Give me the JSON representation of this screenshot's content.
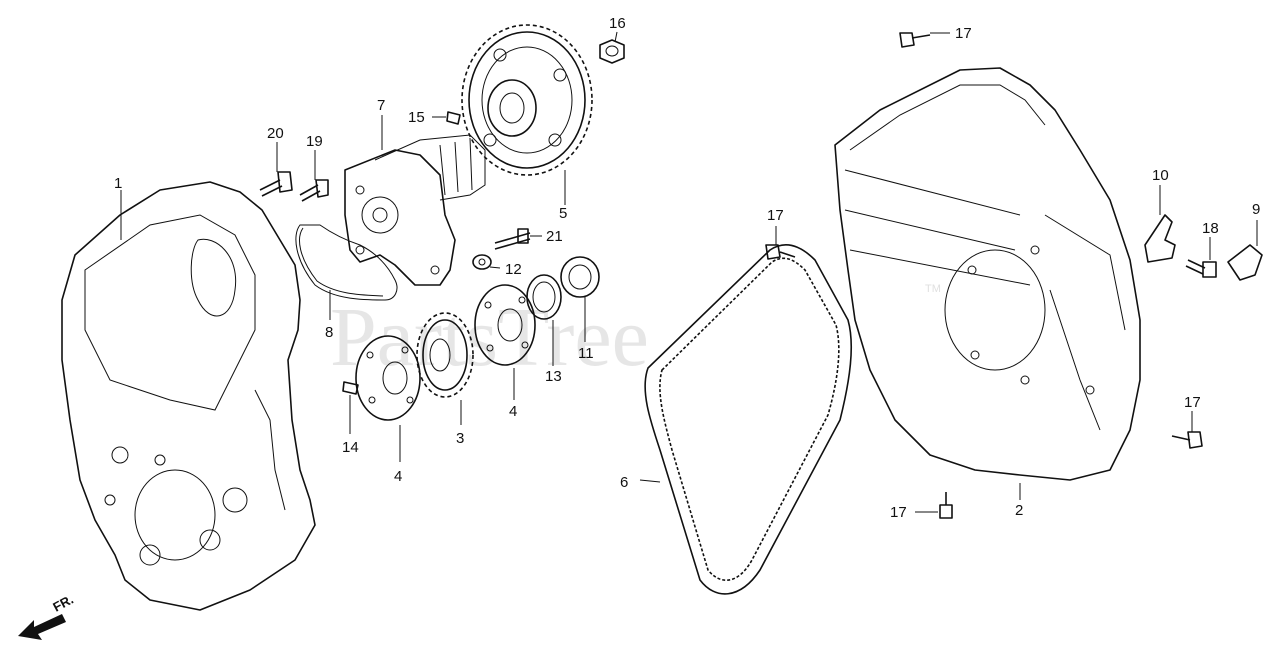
{
  "watermark": {
    "text": "PartsTree",
    "trademark": "TM"
  },
  "orientation_label": "FR.",
  "callouts": [
    {
      "label": "1"
    },
    {
      "label": "2"
    },
    {
      "label": "3"
    },
    {
      "label": "4"
    },
    {
      "label": "4"
    },
    {
      "label": "5"
    },
    {
      "label": "6"
    },
    {
      "label": "7"
    },
    {
      "label": "8"
    },
    {
      "label": "9"
    },
    {
      "label": "10"
    },
    {
      "label": "11"
    },
    {
      "label": "12"
    },
    {
      "label": "13"
    },
    {
      "label": "14"
    },
    {
      "label": "15"
    },
    {
      "label": "16"
    },
    {
      "label": "17"
    },
    {
      "label": "17"
    },
    {
      "label": "17"
    },
    {
      "label": "17"
    },
    {
      "label": "18"
    },
    {
      "label": "19"
    },
    {
      "label": "20"
    },
    {
      "label": "21"
    }
  ],
  "colors": {
    "ink": "#111111",
    "watermark": "#e6e6e6",
    "background": "#ffffff"
  }
}
